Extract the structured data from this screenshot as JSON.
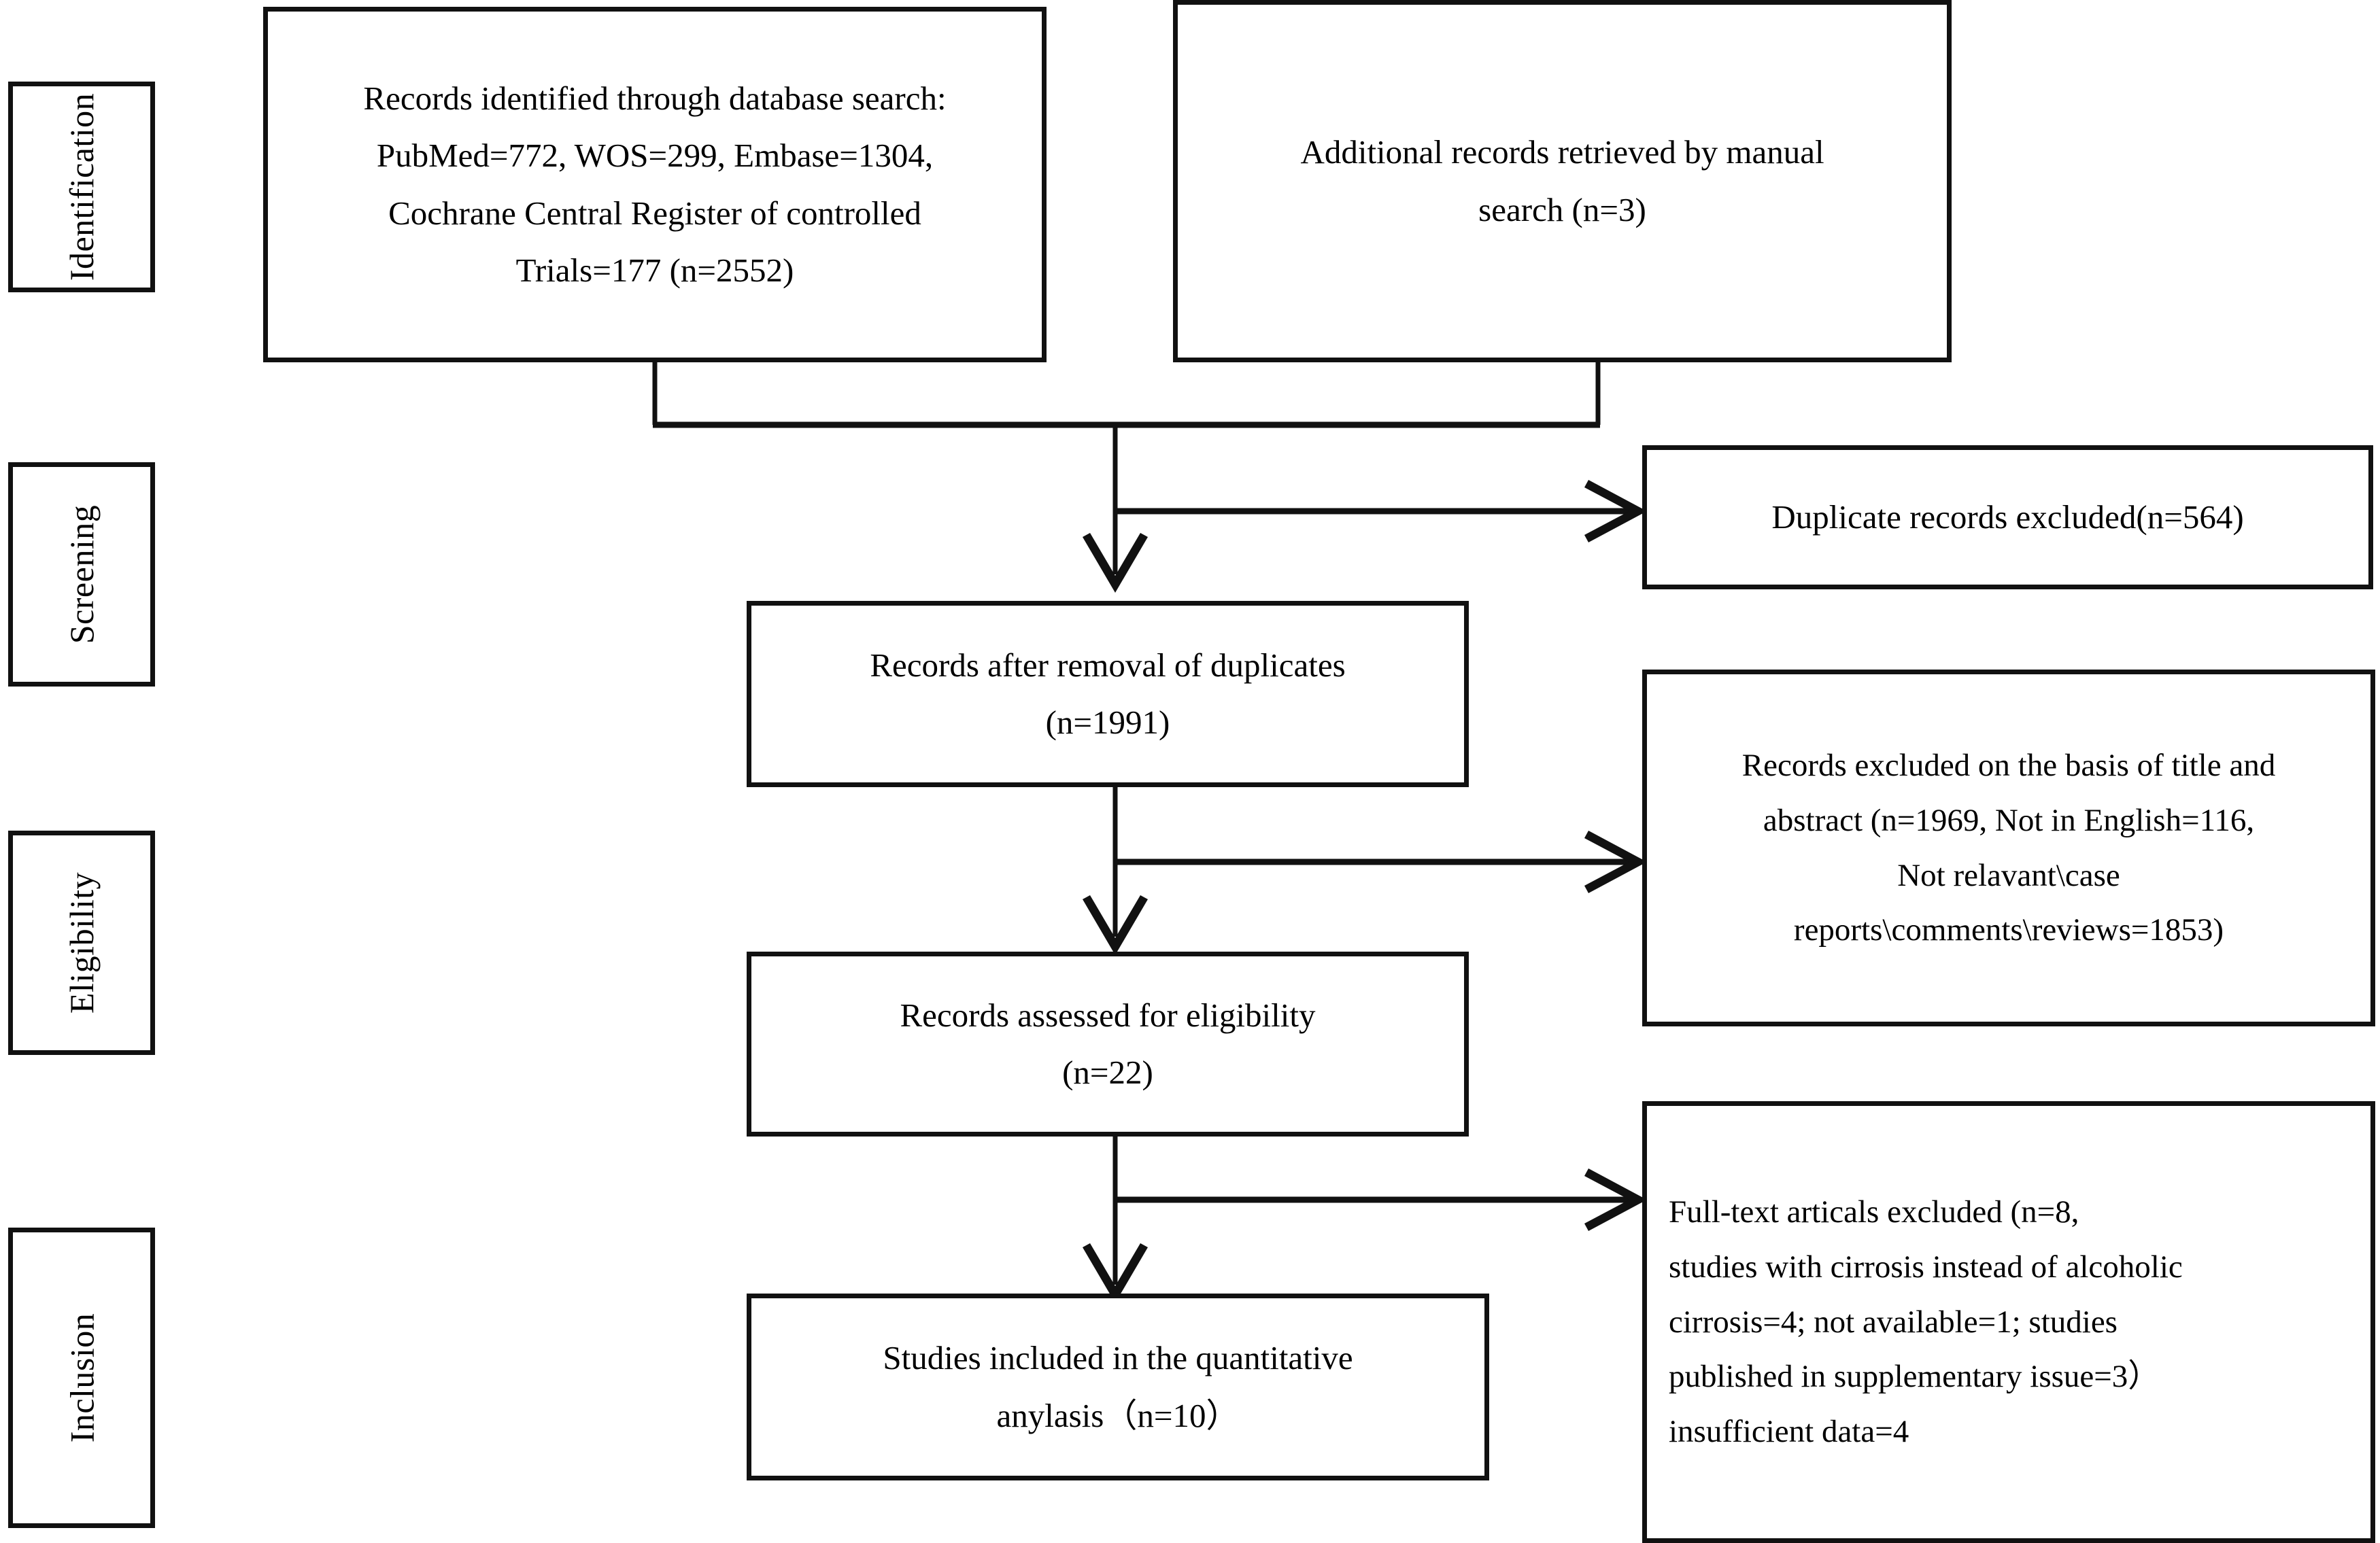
{
  "diagram": {
    "type": "prisma-flow-diagram",
    "stages": [
      {
        "label": "Identification"
      },
      {
        "label": "Screening"
      },
      {
        "label": "Eligibility"
      },
      {
        "label": "Inclusion"
      }
    ],
    "boxes": {
      "database_search": {
        "name": "records-identified-database-search",
        "lines": [
          "Records identified through database search:",
          "PubMed=772, WOS=299, Embase=1304,",
          "Cochrane Central Register of controlled",
          "Trials=177 (n=2552)"
        ]
      },
      "manual_search": {
        "name": "additional-records-manual-search",
        "lines": [
          "Additional records retrieved by manual",
          "search (n=3)"
        ]
      },
      "duplicates_excluded": {
        "name": "duplicate-records-excluded",
        "lines": [
          "Duplicate records excluded(n=564)"
        ]
      },
      "after_duplicates": {
        "name": "records-after-removal-of-duplicates",
        "lines": [
          "Records after removal of duplicates",
          "(n=1991)"
        ]
      },
      "title_abstract_excluded": {
        "name": "records-excluded-title-abstract",
        "lines": [
          "Records excluded on the basis of title and",
          "abstract (n=1969, Not in English=116,",
          "Not relavant\\case",
          "reports\\comments\\reviews=1853)"
        ]
      },
      "assessed_eligibility": {
        "name": "records-assessed-for-eligibility",
        "lines": [
          "Records assessed for eligibility",
          "(n=22)"
        ]
      },
      "fulltext_excluded": {
        "name": "full-text-articals-excluded",
        "lines": [
          "Full-text articals excluded (n=8,",
          " studies with cirrosis instead of alcoholic",
          "cirrosis=4; not available=1; studies",
          "published in supplementary issue=3）",
          "insufficient data=4"
        ]
      },
      "included_quantitative": {
        "name": "studies-included-quantitative-anylasis",
        "lines": [
          "Studies included in the quantitative",
          "anylasis（n=10）"
        ]
      }
    },
    "colors": {
      "stroke": "#111111",
      "background": "#ffffff",
      "text": "#000000"
    }
  },
  "chart_data": {
    "type": "table",
    "title": "PRISMA study selection flow",
    "nodes": [
      {
        "id": "database_search",
        "stage": "Identification",
        "n": 2552,
        "detail": {
          "PubMed": 772,
          "WOS": 299,
          "Embase": 1304,
          "Cochrane Central Register of controlled Trials": 177
        }
      },
      {
        "id": "manual_search",
        "stage": "Identification",
        "n": 3
      },
      {
        "id": "duplicates_excluded",
        "stage": "Screening",
        "n": 564
      },
      {
        "id": "after_duplicates",
        "stage": "Screening",
        "n": 1991
      },
      {
        "id": "title_abstract_excluded",
        "stage": "Screening",
        "n": 1969,
        "detail": {
          "Not in English": 116,
          "Not relavant\\case reports\\comments\\reviews": 1853
        }
      },
      {
        "id": "assessed_eligibility",
        "stage": "Eligibility",
        "n": 22
      },
      {
        "id": "fulltext_excluded",
        "stage": "Eligibility",
        "n": 8,
        "detail": {
          "studies with cirrosis instead of alcoholic cirrosis": 4,
          "not available": 1,
          "studies published in supplementary issue": 3,
          "insufficient data": 4
        }
      },
      {
        "id": "included_quantitative",
        "stage": "Inclusion",
        "n": 10
      }
    ],
    "edges": [
      {
        "from": "database_search",
        "to": "after_duplicates"
      },
      {
        "from": "manual_search",
        "to": "after_duplicates"
      },
      {
        "from": "after_duplicates",
        "to": "duplicates_excluded"
      },
      {
        "from": "after_duplicates",
        "to": "assessed_eligibility"
      },
      {
        "from": "assessed_eligibility",
        "to": "title_abstract_excluded"
      },
      {
        "from": "assessed_eligibility",
        "to": "included_quantitative"
      },
      {
        "from": "included_quantitative",
        "to": "fulltext_excluded"
      }
    ]
  }
}
